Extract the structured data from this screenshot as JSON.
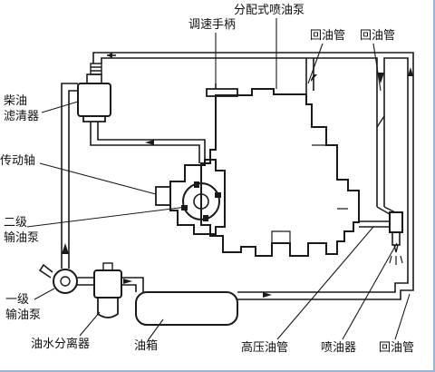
{
  "labels": {
    "injection_pump": "分配式喷油泵",
    "speed_handle": "调速手柄",
    "return_pipe_1": "回油管",
    "return_pipe_2": "回油管",
    "diesel_filter_1": "柴油",
    "diesel_filter_2": "滤清器",
    "drive_shaft": "传动轴",
    "second_stage_pump_1": "二级",
    "second_stage_pump_2": "输油泵",
    "first_stage_pump_1": "一级",
    "first_stage_pump_2": "输油泵",
    "water_separator": "油水分离器",
    "fuel_tank": "油箱",
    "high_pressure_pipe": "高压油管",
    "injector": "喷油器",
    "return_pipe_3": "回油管"
  },
  "colors": {
    "line": "#1a1a1a",
    "page_edge": "#9bb4d8"
  }
}
